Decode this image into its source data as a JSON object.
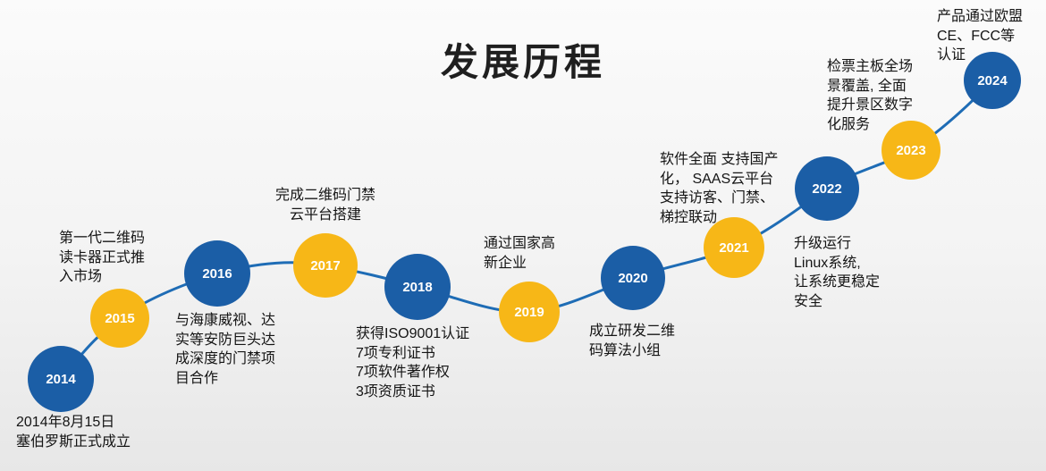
{
  "title": "发展历程",
  "colors": {
    "circle_blue": "#1b5ea6",
    "circle_yellow": "#f7b717",
    "curve_line": "#1e6cb5",
    "text": "#151515",
    "year_text": "#ffffff"
  },
  "milestones": [
    {
      "year": "2014",
      "color": "blue",
      "label": "2014年8月15日\n塞伯罗斯正式成立",
      "label_position": "below"
    },
    {
      "year": "2015",
      "color": "yellow",
      "label": "第一代二维码\n读卡器正式推\n入市场",
      "label_position": "above"
    },
    {
      "year": "2016",
      "color": "blue",
      "label": "与海康威视、达\n实等安防巨头达\n成深度的门禁项\n目合作",
      "label_position": "below"
    },
    {
      "year": "2017",
      "color": "yellow",
      "label": "完成二维码门禁\n云平台搭建",
      "label_position": "above"
    },
    {
      "year": "2018",
      "color": "blue",
      "label": "获得ISO9001认证\n7项专利证书\n7项软件著作权\n3项资质证书",
      "label_position": "below"
    },
    {
      "year": "2019",
      "color": "yellow",
      "label": "通过国家高\n新企业",
      "label_position": "above"
    },
    {
      "year": "2020",
      "color": "blue",
      "label": "成立研发二维\n码算法小组",
      "label_position": "below"
    },
    {
      "year": "2021",
      "color": "yellow",
      "label": "软件全面 支持国产\n化， SAAS云平台\n支持访客、门禁、\n梯控联动",
      "label_position": "above"
    },
    {
      "year": "2022",
      "color": "blue",
      "label": "升级运行\nLinux系统,\n让系统更稳定\n安全",
      "label_position": "below"
    },
    {
      "year": "2023",
      "color": "yellow",
      "label": "检票主板全场\n景覆盖, 全面\n提升景区数字\n化服务",
      "label_position": "above"
    },
    {
      "year": "2024",
      "color": "blue",
      "label": "产品通过欧盟\nCE、FCC等\n认证",
      "label_position": "above"
    }
  ]
}
